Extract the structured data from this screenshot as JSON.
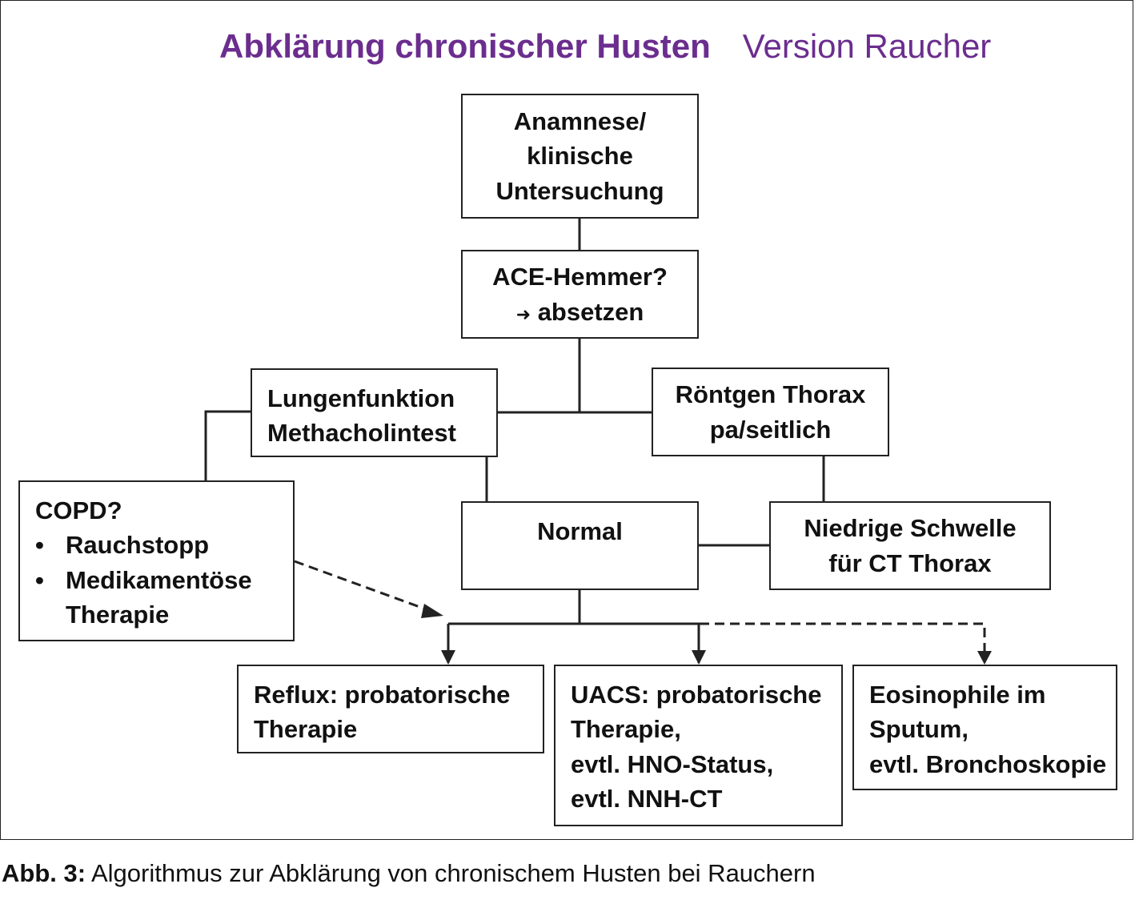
{
  "colors": {
    "title": "#6b2d8e",
    "line": "#222222"
  },
  "title": {
    "main": "Abklärung chronischer Husten",
    "sub": "Version Raucher"
  },
  "nodes": {
    "anamnese": [
      "Anamnese/",
      "klinische",
      "Untersuchung"
    ],
    "ace": {
      "line1": "ACE-Hemmer?",
      "arrow_icon": "right-arrow",
      "arrow_glyph": "➜",
      "line2": "absetzen"
    },
    "lungenfunktion": [
      "Lungenfunktion",
      "Methacholintest"
    ],
    "roentgen": [
      "Röntgen Thorax",
      "pa/seitlich"
    ],
    "copd": {
      "heading": "COPD?",
      "bullet_glyph": "•",
      "items": [
        "Rauchstopp",
        "Medikamentöse",
        "Therapie"
      ]
    },
    "normal": [
      "Normal"
    ],
    "niedrige": [
      "Niedrige Schwelle",
      "für CT Thorax"
    ],
    "reflux": [
      "Reflux: probatorische",
      "Therapie"
    ],
    "uacs": [
      "UACS: probatorische",
      "Therapie,",
      "evtl. HNO-Status,",
      "evtl. NNH-CT"
    ],
    "eosinophile": [
      "Eosinophile im",
      "Sputum,",
      "evtl. Bronchoskopie"
    ]
  },
  "caption": {
    "label": "Abb. 3:",
    "text": " Algorithmus zur Abklärung von chronischem Husten bei Rauchern"
  }
}
